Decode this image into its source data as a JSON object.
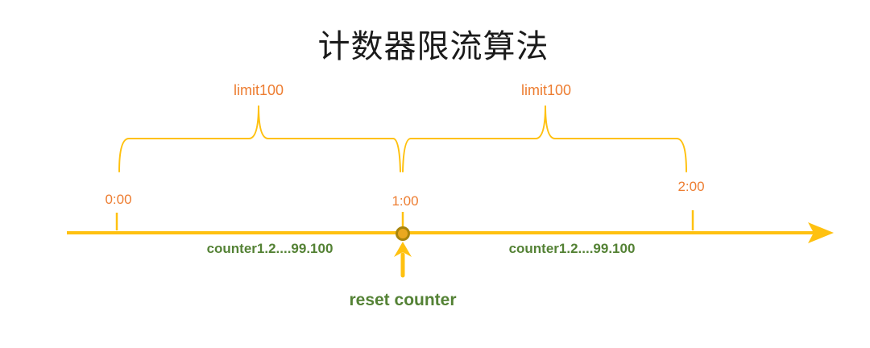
{
  "title": "计数器限流算法",
  "colors": {
    "gold": "#FFC110",
    "orange": "#ED7D31",
    "green": "#548235",
    "dot_fill": "#E9A820",
    "dot_stroke": "#A9850B",
    "title_color": "#1a1a1a"
  },
  "braces": [
    {
      "label": "limit100"
    },
    {
      "label": "limit100"
    }
  ],
  "timeline": {
    "ticks": [
      {
        "label": "0:00"
      },
      {
        "label": "1:00"
      },
      {
        "label": "2:00"
      }
    ],
    "segments": [
      {
        "label": "counter1.2....99.100"
      },
      {
        "label": "counter1.2....99.100"
      }
    ],
    "reset_label": "reset counter"
  }
}
